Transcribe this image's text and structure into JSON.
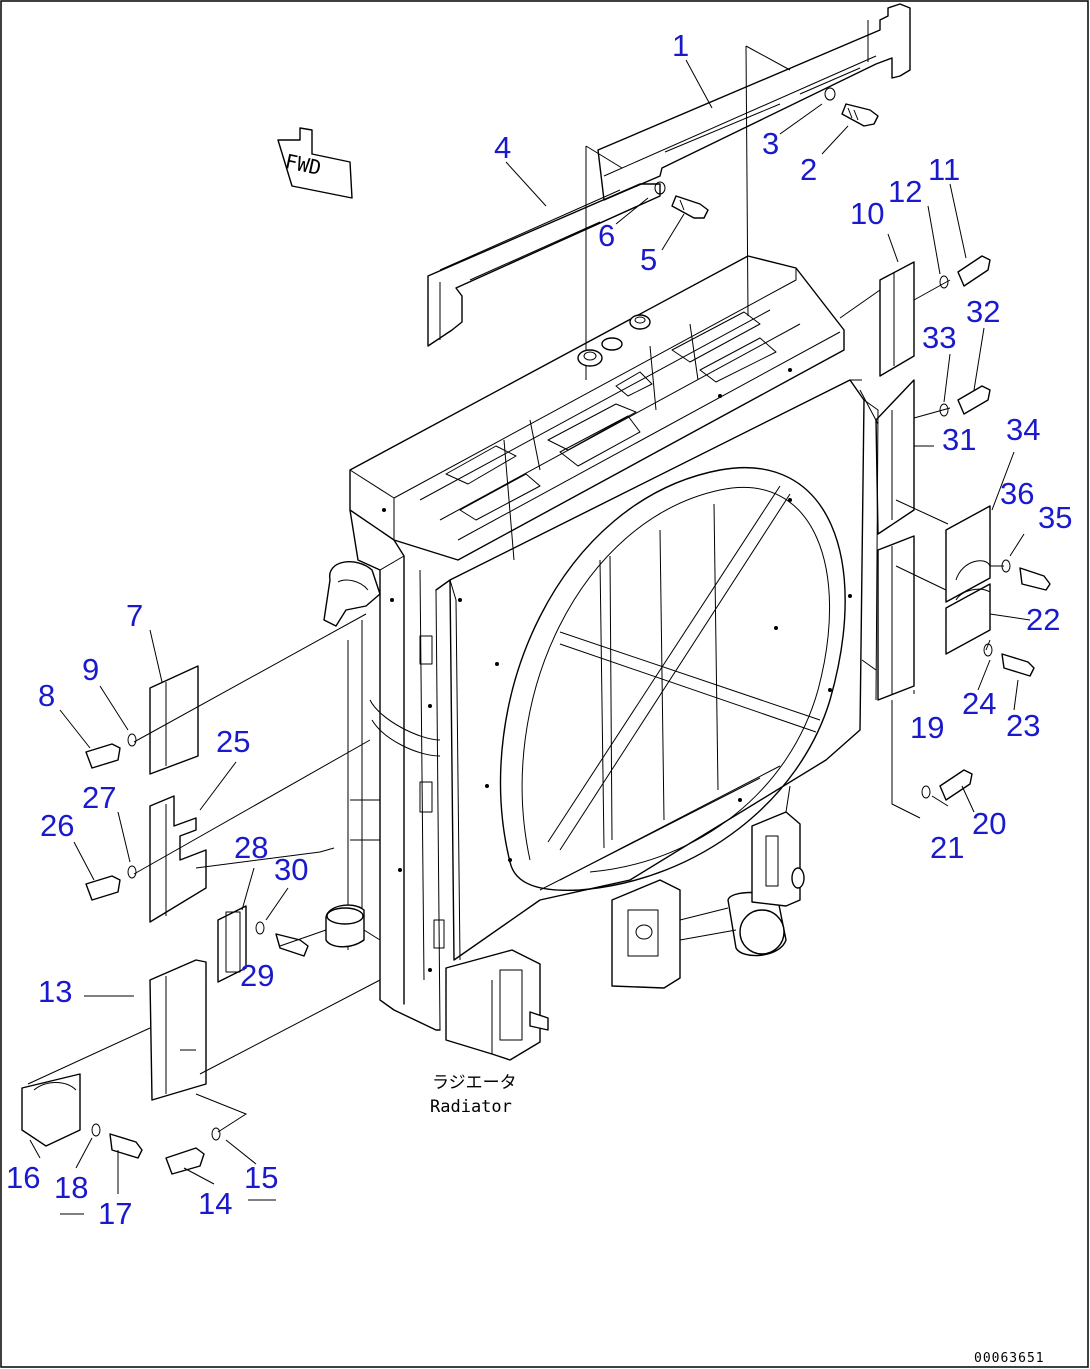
{
  "fwd_label": "FWD",
  "component_label_jp": "ラジエータ",
  "component_label_en": "Radiator",
  "document_number": "00063651",
  "callouts": [
    {
      "text": "1"
    },
    {
      "text": "2"
    },
    {
      "text": "3"
    },
    {
      "text": "4"
    },
    {
      "text": "5"
    },
    {
      "text": "6"
    },
    {
      "text": "7"
    },
    {
      "text": "8"
    },
    {
      "text": "9"
    },
    {
      "text": "10"
    },
    {
      "text": "11"
    },
    {
      "text": "12"
    },
    {
      "text": "13"
    },
    {
      "text": "14"
    },
    {
      "text": "15"
    },
    {
      "text": "16"
    },
    {
      "text": "17"
    },
    {
      "text": "18"
    },
    {
      "text": "19"
    },
    {
      "text": "20"
    },
    {
      "text": "21"
    },
    {
      "text": "22"
    },
    {
      "text": "23"
    },
    {
      "text": "24"
    },
    {
      "text": "25"
    },
    {
      "text": "26"
    },
    {
      "text": "27"
    },
    {
      "text": "28"
    },
    {
      "text": "29"
    },
    {
      "text": "30"
    },
    {
      "text": "31"
    },
    {
      "text": "32"
    },
    {
      "text": "33"
    },
    {
      "text": "34"
    },
    {
      "text": "35"
    },
    {
      "text": "36"
    }
  ],
  "colors": {
    "callout": "#1a1acc",
    "line": "#000000",
    "background": "#ffffff"
  }
}
